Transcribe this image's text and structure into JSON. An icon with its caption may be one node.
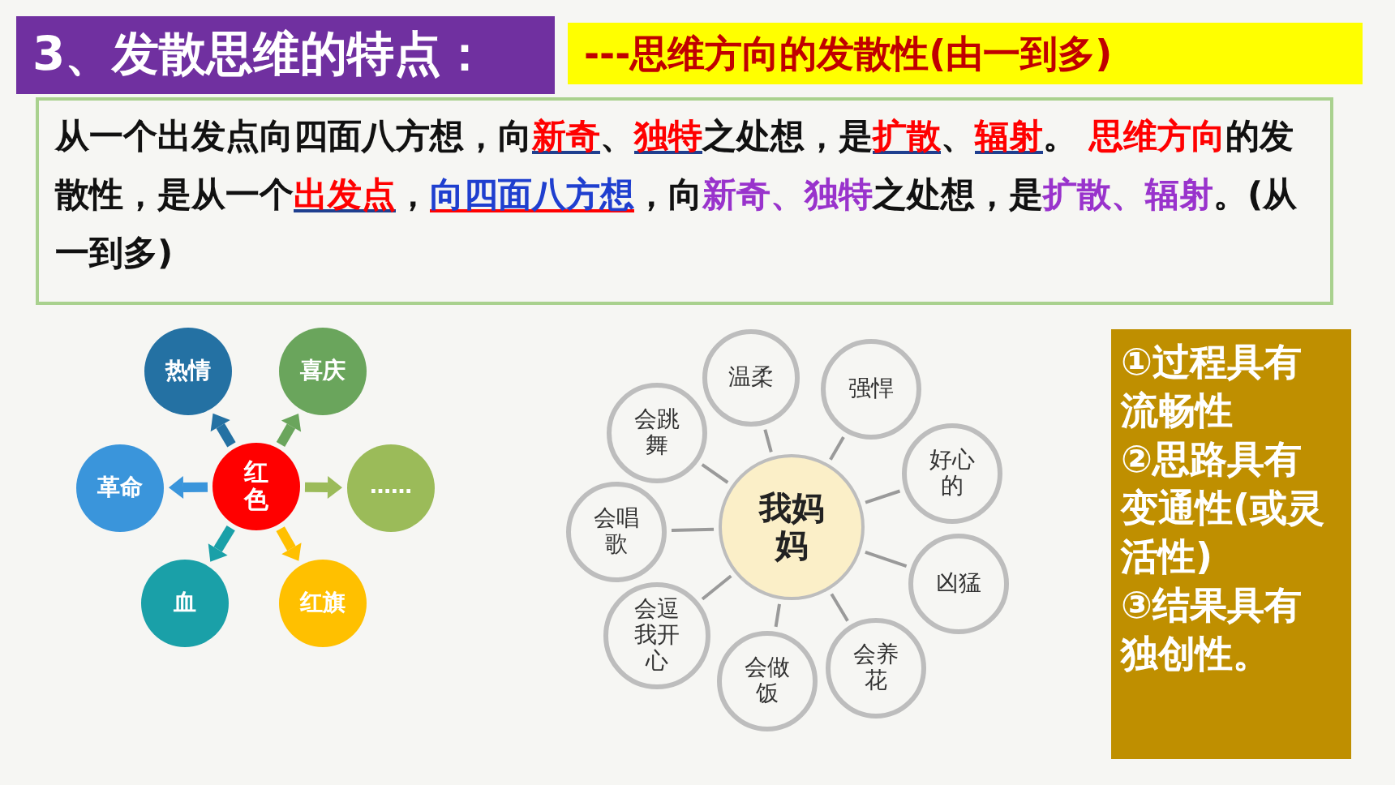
{
  "diagram": {
    "nodes": [
      {
        "text": [
          "3、发散思维的特点："
        ]
      },
      {
        "text": [
          "---思维方向的发散性(由一到多)"
        ]
      },
      {
        "text": [
          " 从一个出发点向四面八方想，向**新奇**、**独特**之处想，是**扩散**、**辐射**。 **思维方向**的发散性，是从一个**出发点**，**向四面八方想**，向**新奇、独特**之处想，是**扩散、辐射**。(从一到多)"
        ]
      },
      {
        "text": [
          "热情"
        ]
      },
      {
        "text": [
          "喜庆"
        ]
      },
      {
        "text": [
          "革命"
        ]
      },
      {
        "text": [
          "红色"
        ]
      },
      {
        "text": [
          "……"
        ]
      },
      {
        "text": [
          "血"
        ]
      },
      {
        "text": [
          "红旗"
        ]
      },
      {
        "text": [
          "温柔"
        ]
      },
      {
        "text": [
          "强悍"
        ]
      },
      {
        "text": [
          "会跳舞"
        ]
      },
      {
        "text": [
          "好心的"
        ]
      },
      {
        "text": [
          "会唱歌"
        ]
      },
      {
        "text": [
          "我妈妈"
        ]
      },
      {
        "text": [
          "凶猛"
        ]
      },
      {
        "text": [
          "会逗我开心"
        ]
      },
      {
        "text": [
          "会养花"
        ]
      },
      {
        "text": [
          "会做饭"
        ]
      },
      {
        "text": [
          "①过程具有流畅性",
          "②思路具有变通性(或灵活性)",
          "③结果具有独创性。"
        ]
      }
    ],
    "edges": [
      {
        "from": 6,
        "to": 3,
        "arrow": "to",
        "style": "thick",
        "color": "#2471a3"
      },
      {
        "from": 6,
        "to": 4,
        "arrow": "to",
        "style": "thick",
        "color": "#6aa55c"
      },
      {
        "from": 6,
        "to": 5,
        "arrow": "to",
        "style": "thick",
        "color": "#3a95db"
      },
      {
        "from": 6,
        "to": 7,
        "arrow": "to",
        "style": "thick",
        "color": "#9bbb59"
      },
      {
        "from": 6,
        "to": 8,
        "arrow": "to",
        "style": "thick",
        "color": "#1aa0a8"
      },
      {
        "from": 6,
        "to": 9,
        "arrow": "to",
        "style": "thick",
        "color": "#ffc000"
      },
      {
        "from": 15,
        "to": 10,
        "arrow": "none"
      },
      {
        "from": 15,
        "to": 11,
        "arrow": "none"
      },
      {
        "from": 15,
        "to": 12,
        "arrow": "none"
      },
      {
        "from": 15,
        "to": 13,
        "arrow": "none"
      },
      {
        "from": 15,
        "to": 14,
        "arrow": "none"
      },
      {
        "from": 15,
        "to": 16,
        "arrow": "none"
      },
      {
        "from": 15,
        "to": 17,
        "arrow": "none"
      },
      {
        "from": 15,
        "to": 18,
        "arrow": "none"
      },
      {
        "from": 15,
        "to": 19,
        "arrow": "none"
      }
    ]
  }
}
